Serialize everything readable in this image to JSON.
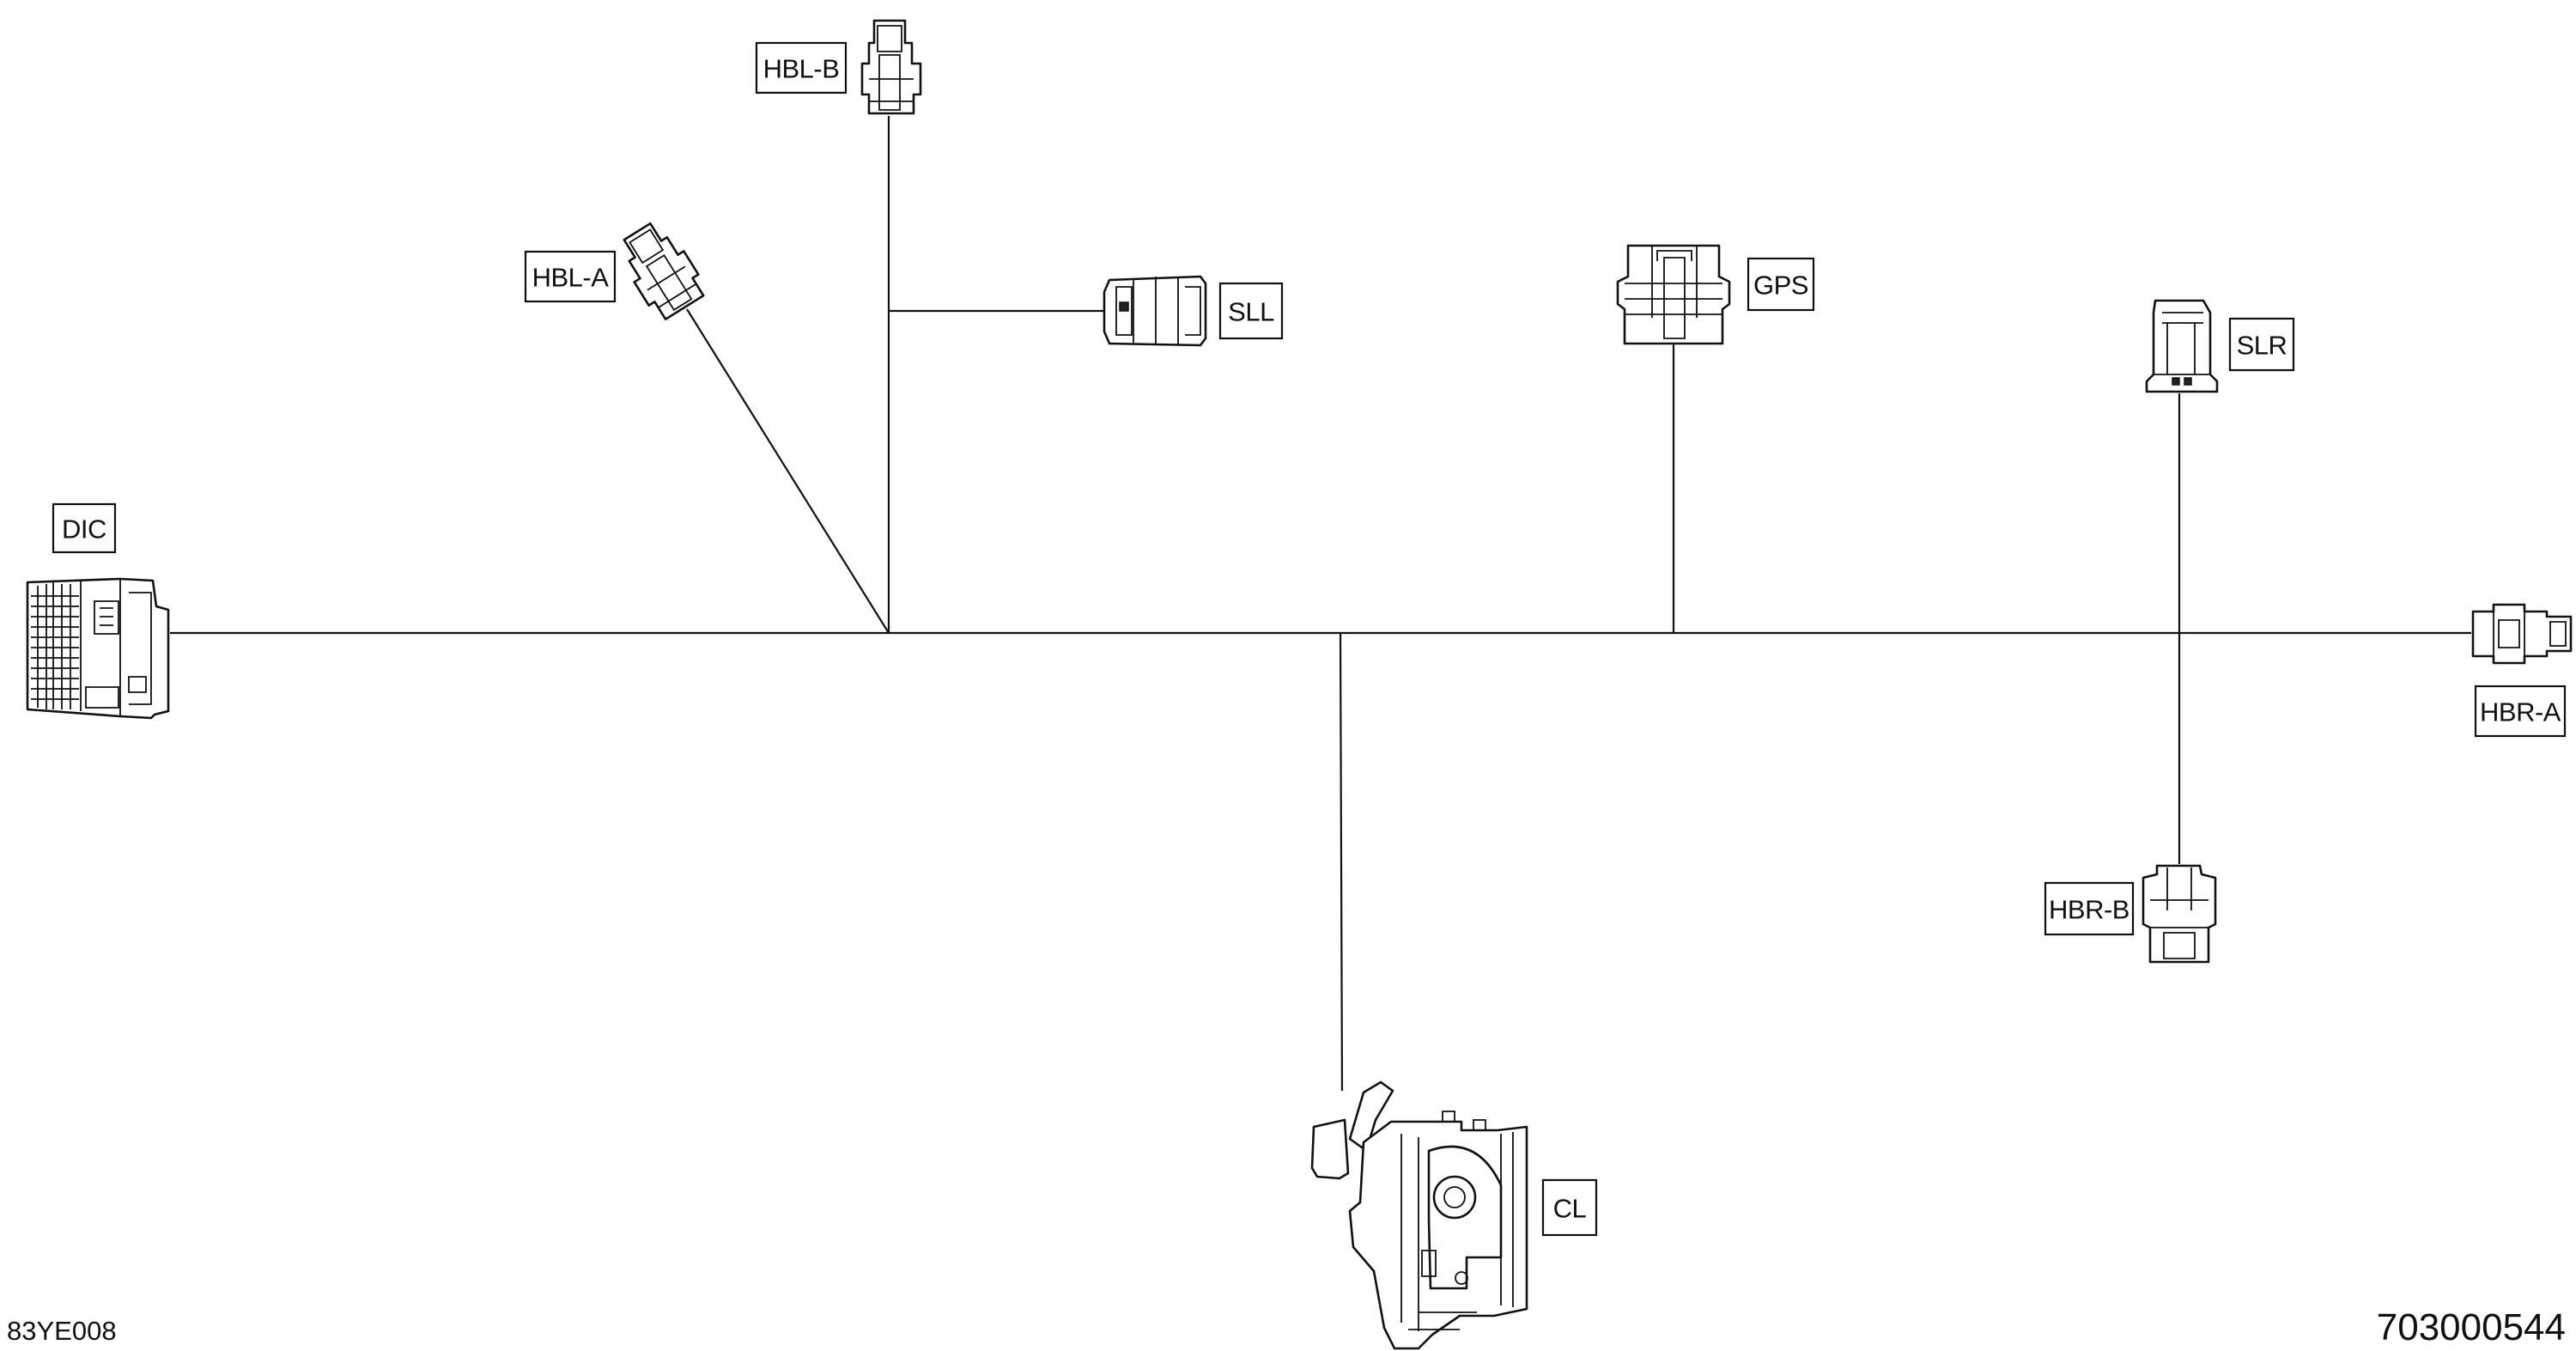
{
  "drawing": {
    "code_left": "83YE008",
    "part_number": "703000544"
  },
  "connectors": {
    "dic": "DIC",
    "hbl_a": "HBL-A",
    "hbl_b": "HBL-B",
    "sll": "SLL",
    "gps": "GPS",
    "slr": "SLR",
    "hbr_a": "HBR-A",
    "hbr_b": "HBR-B",
    "cl": "CL"
  }
}
